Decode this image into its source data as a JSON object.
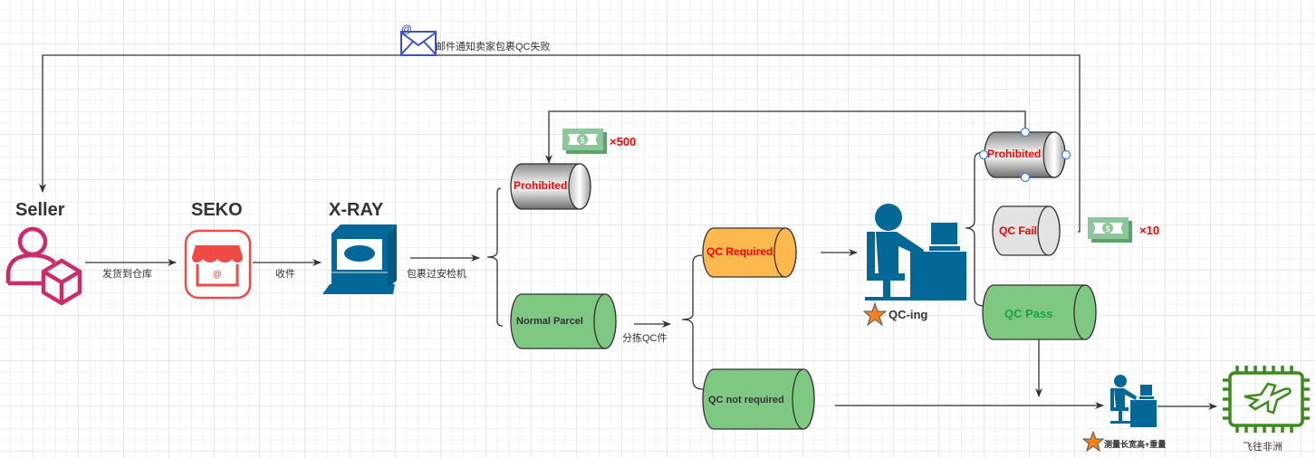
{
  "nodes": {
    "seller": {
      "title": "Seller",
      "icon": "seller-package-icon"
    },
    "seko": {
      "title": "SEKO",
      "icon": "storefront-icon"
    },
    "xray": {
      "title": "X-RAY",
      "icon": "xray-computer-icon"
    },
    "prohibited_left": {
      "label": "Prohibited"
    },
    "normal_parcel": {
      "label": "Normal Parcel"
    },
    "qc_required": {
      "label": "QC Required"
    },
    "qc_not_required": {
      "label": "QC not required"
    },
    "qc_station": {
      "label": "QC-ing",
      "icon": "worker-at-desk-icon"
    },
    "prohibited_right": {
      "label": "Prohibited"
    },
    "qc_fail": {
      "label": "QC Fail"
    },
    "qc_pass": {
      "label": "QC Pass"
    },
    "measure_station": {
      "label": "测量长宽高+重量",
      "icon": "worker-at-desk-icon"
    },
    "fly": {
      "label": "飞往非洲",
      "icon": "airplane-chip-icon"
    }
  },
  "edges": {
    "ship_to_warehouse": "发货到仓库",
    "receive": "收件",
    "xray_scan": "包裹过安检机",
    "sort_qc": "分拣QC件",
    "email_notify": "邮件通知卖家包裹QC失败"
  },
  "penalties": {
    "prohibited_fine": "×500",
    "qc_fail_fine": "×10"
  },
  "colors": {
    "seller": "#cc2a6b",
    "seko": "#f04a45",
    "xray": "#036897",
    "green": "#7ec882",
    "orange": "#ffb84d",
    "red_text": "#ff0000",
    "plane": "#3d8a1e",
    "email": "#3b4fd8"
  }
}
